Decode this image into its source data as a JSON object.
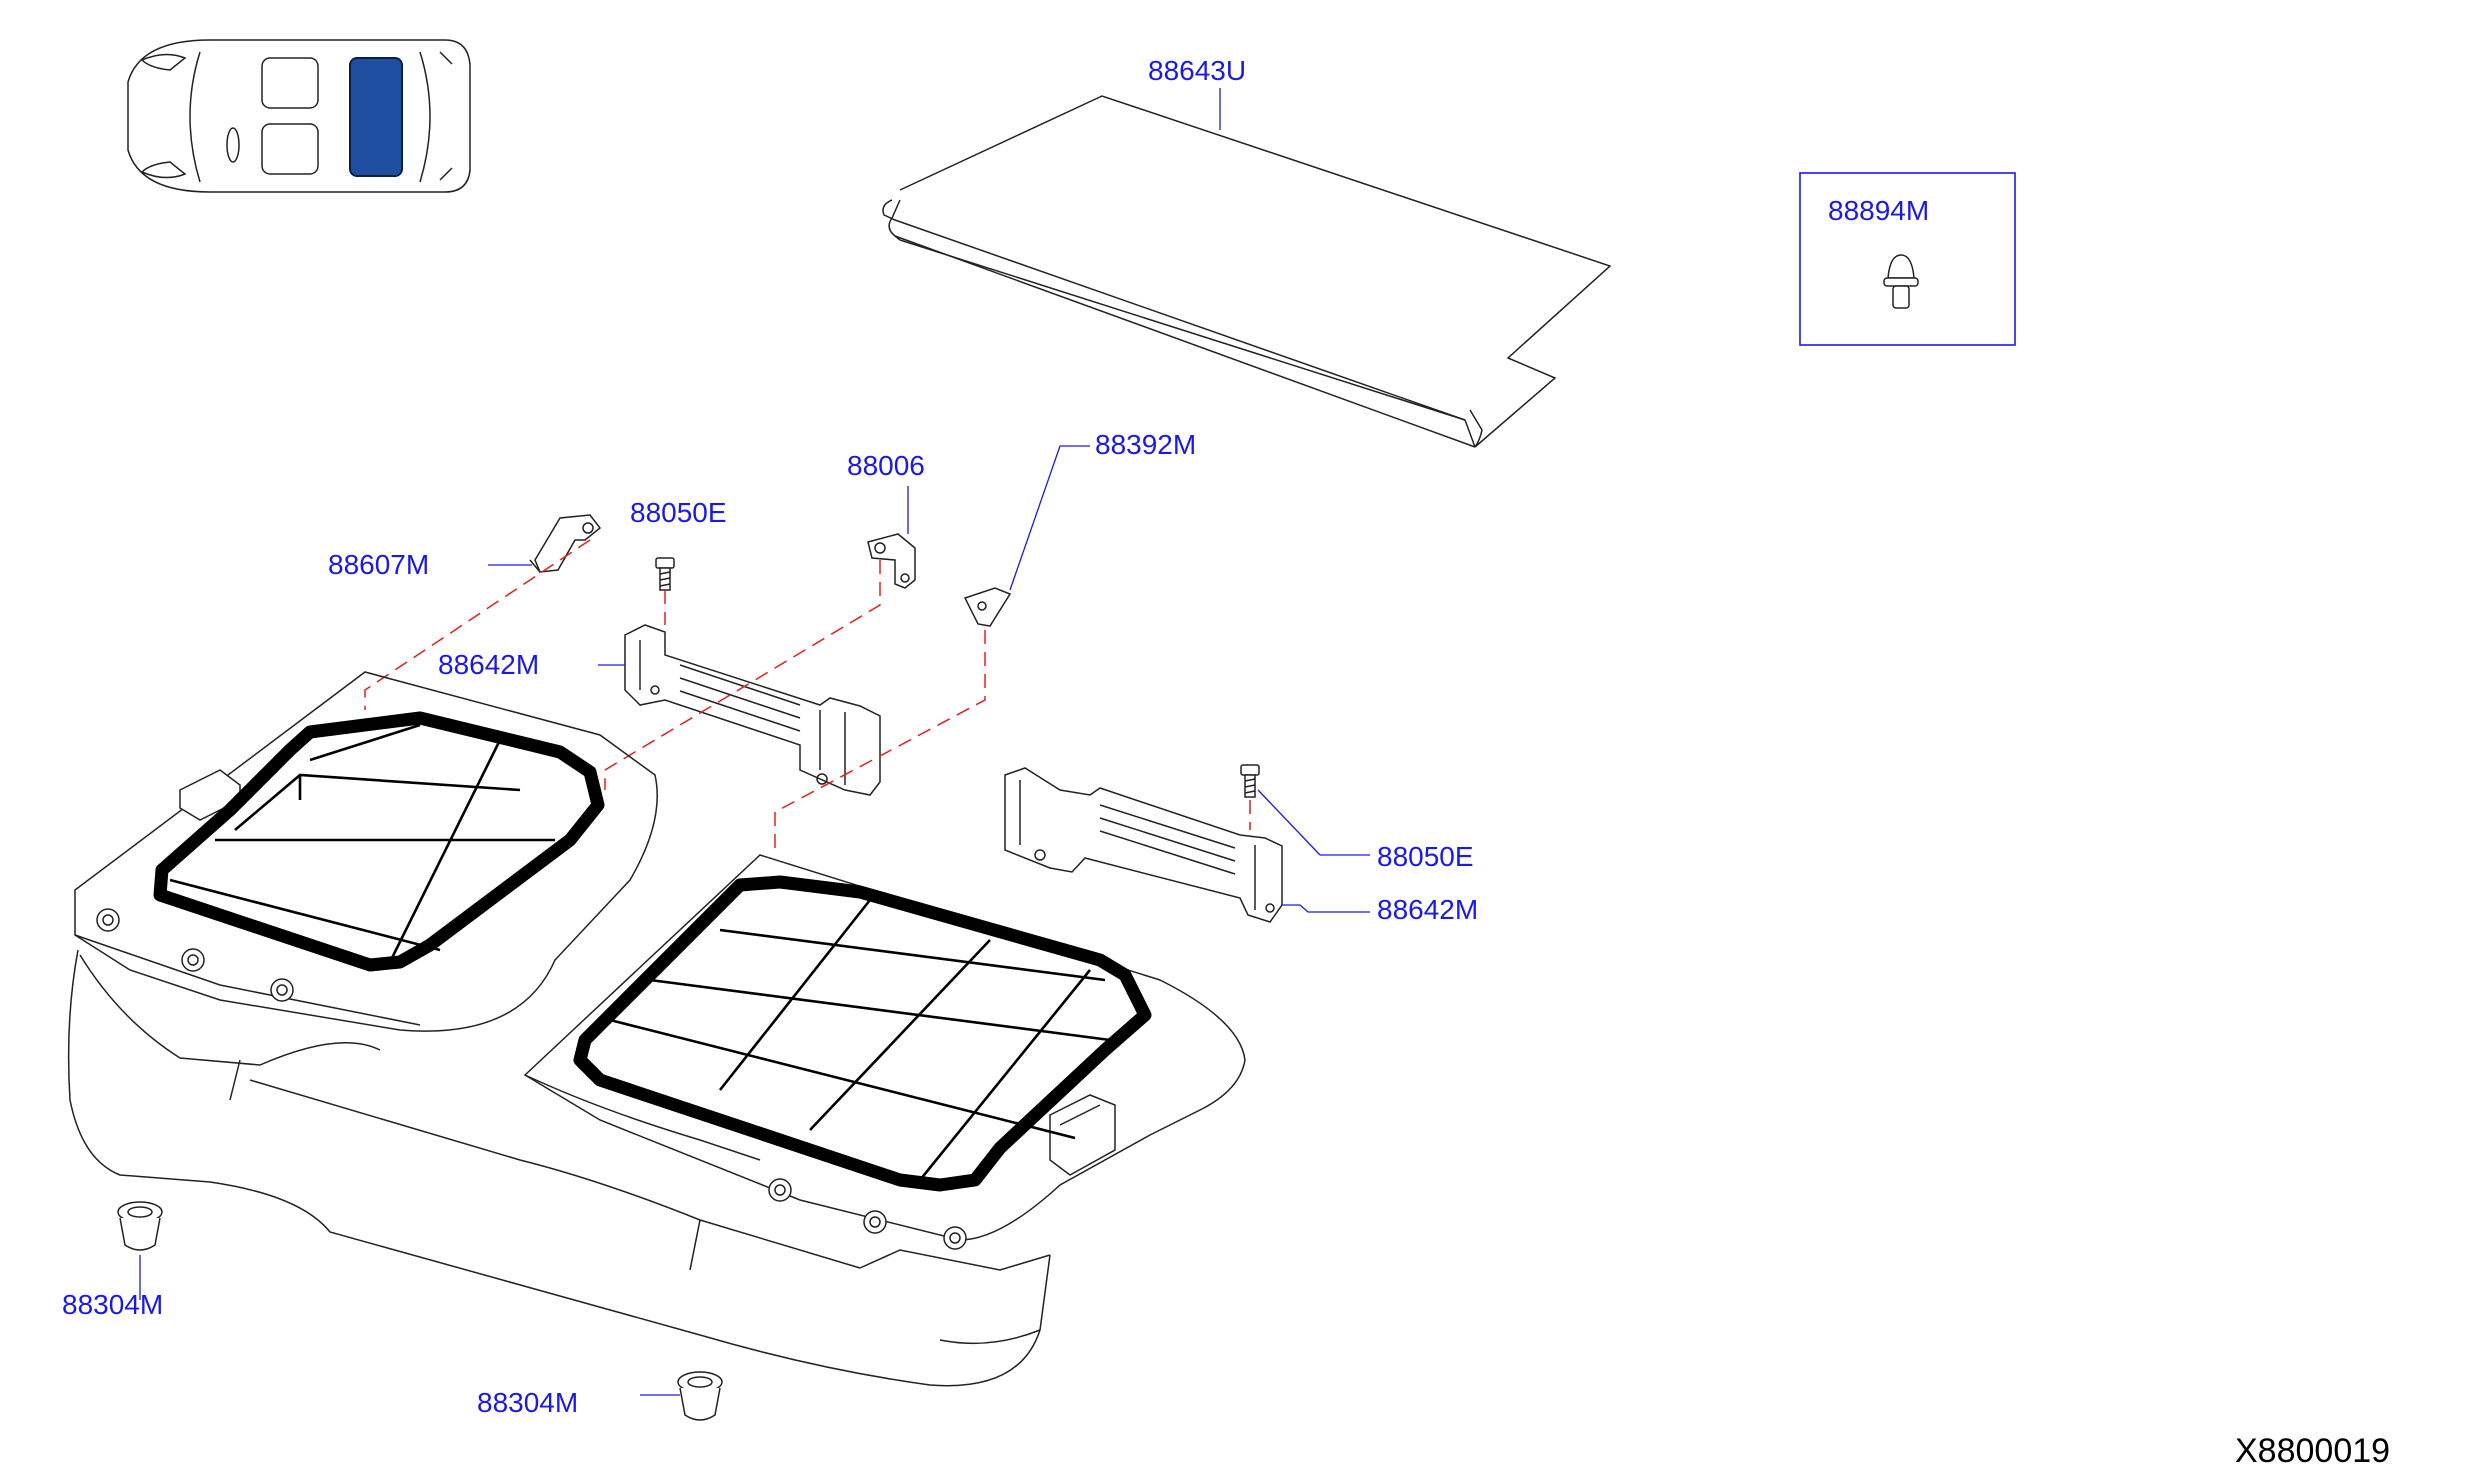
{
  "diagram_code": "X8800019",
  "parts": {
    "p88643U": "88643U",
    "p88894M": "88894M",
    "p88006": "88006",
    "p88392M": "88392M",
    "p88050E_a": "88050E",
    "p88607M": "88607M",
    "p88642M_a": "88642M",
    "p88050E_b": "88050E",
    "p88642M_b": "88642M",
    "p88304M_a": "88304M",
    "p88304M_b": "88304M"
  },
  "colors": {
    "label": "#1a1ae6",
    "dashed_leader": "#e02020",
    "highlight": "#1f4fa0",
    "outline": "#222222"
  },
  "icons": {
    "vehicle_locator": "car-top-view-icon"
  }
}
